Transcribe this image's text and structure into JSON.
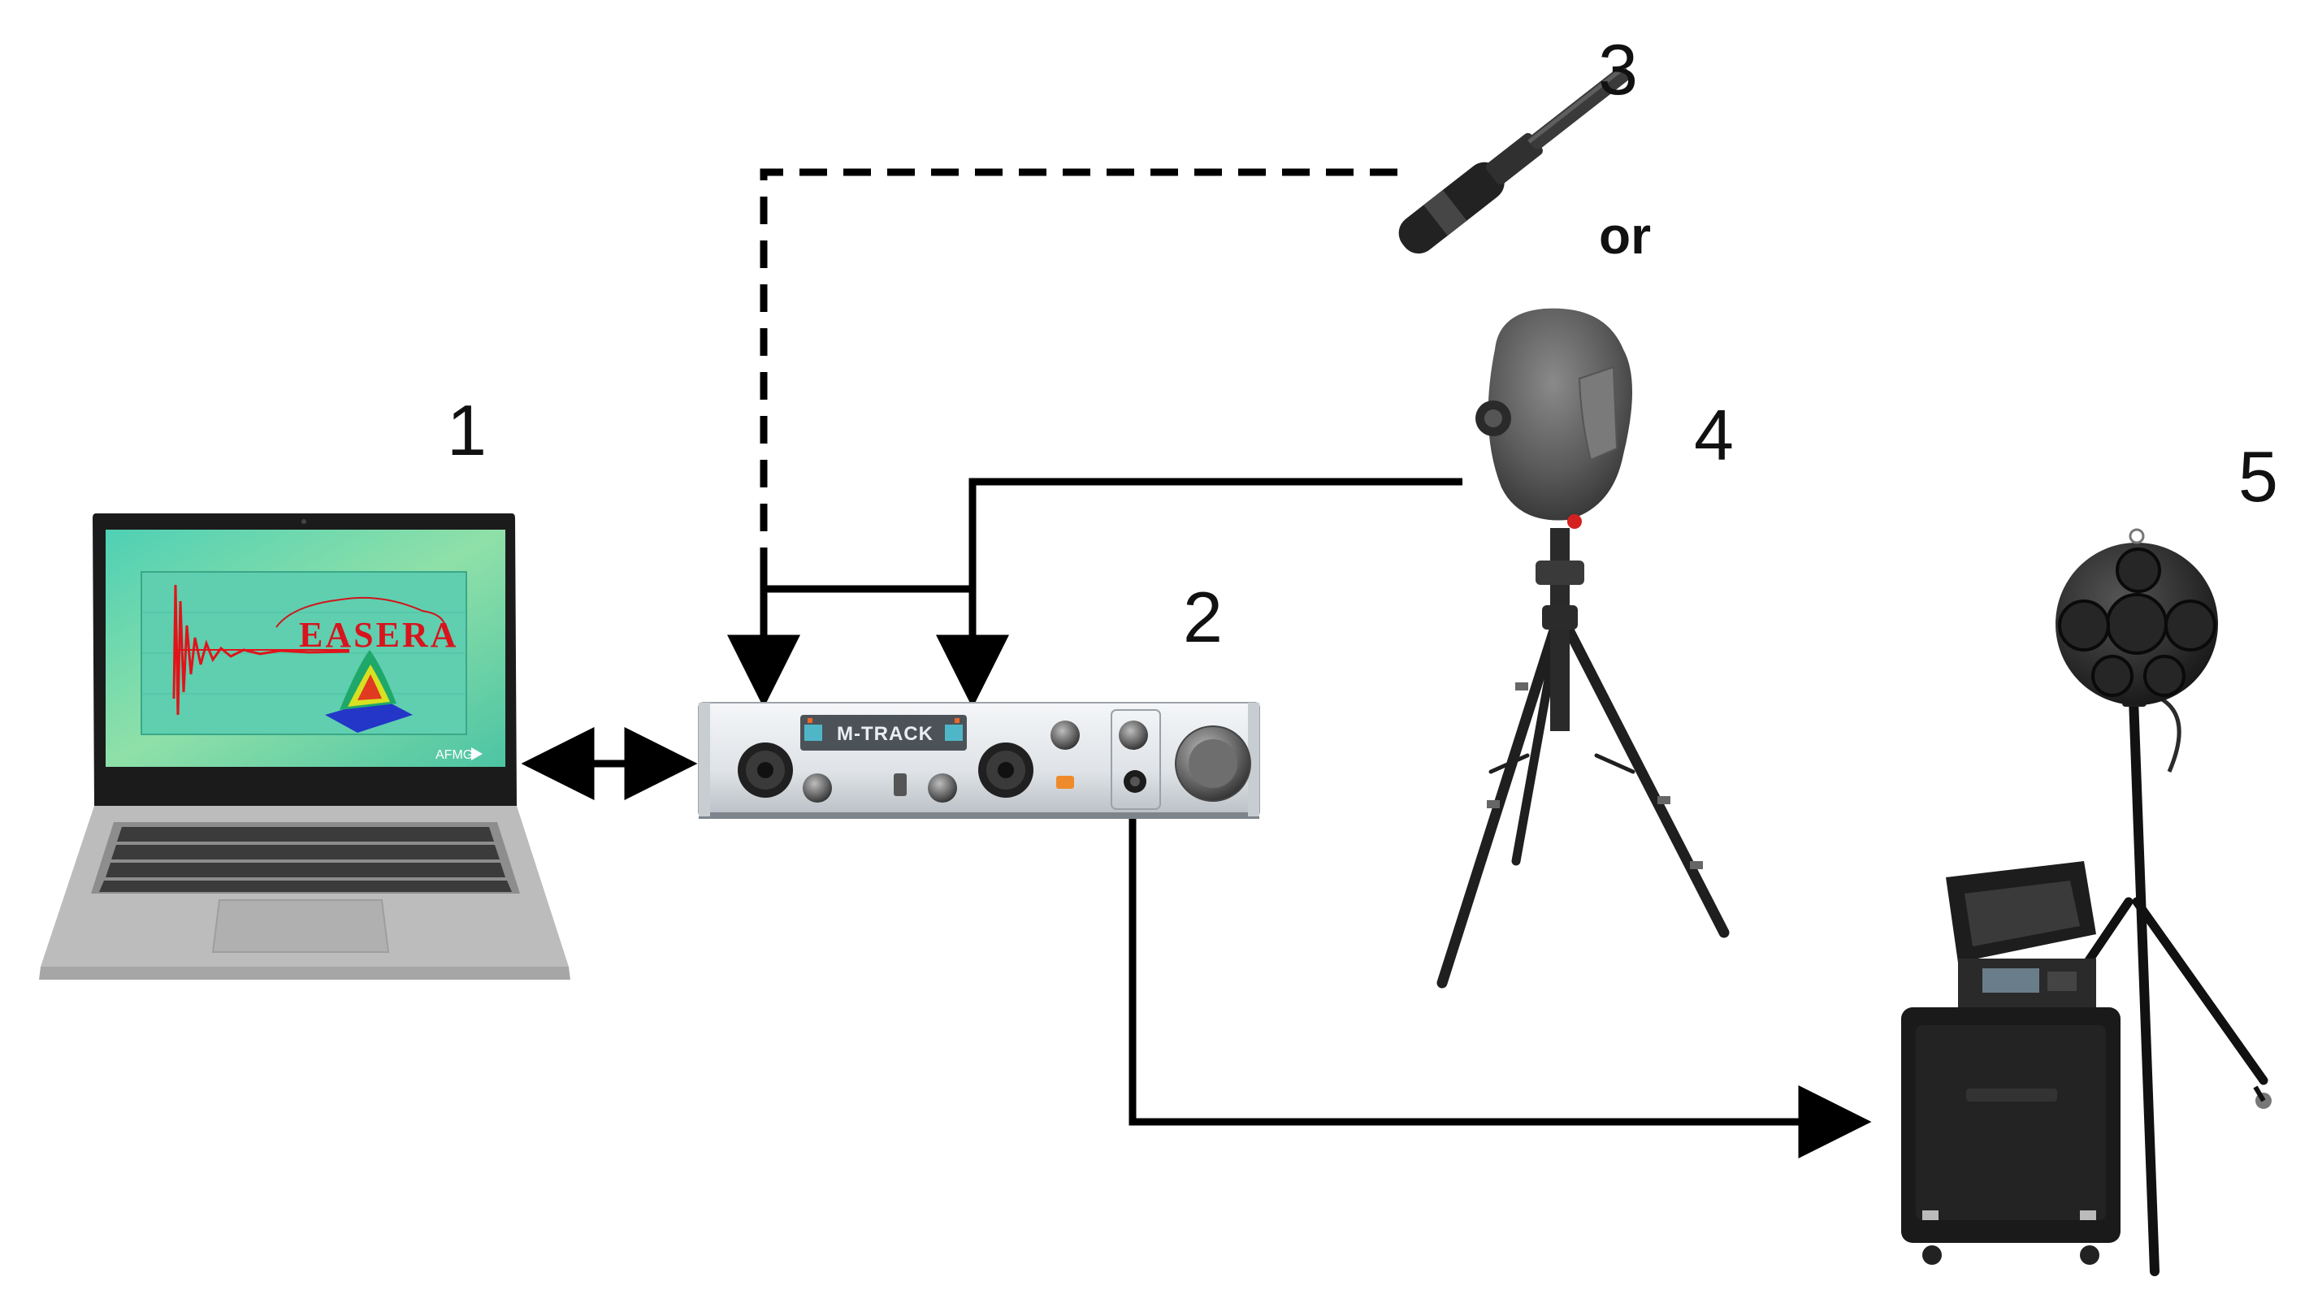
{
  "labels": {
    "computer": "1",
    "interface": "2",
    "microphone": "3",
    "head": "4",
    "loudspeaker": "5",
    "or": "or"
  },
  "devices": {
    "interface_brand": "M-TRACK",
    "screen_software": "EASERA",
    "screen_logo": "AFMG"
  },
  "colors": {
    "line": "#000000",
    "screen_bg": "#6fd8a8",
    "laptop_body": "#b9b9b9",
    "waveform": "#e0141a"
  },
  "connections": [
    {
      "from": "microphone",
      "to": "interface",
      "style": "dashed"
    },
    {
      "from": "head",
      "to": "interface",
      "style": "solid"
    },
    {
      "from": "computer",
      "to": "interface",
      "style": "bidirectional"
    },
    {
      "from": "interface",
      "to": "loudspeaker",
      "style": "solid"
    }
  ]
}
